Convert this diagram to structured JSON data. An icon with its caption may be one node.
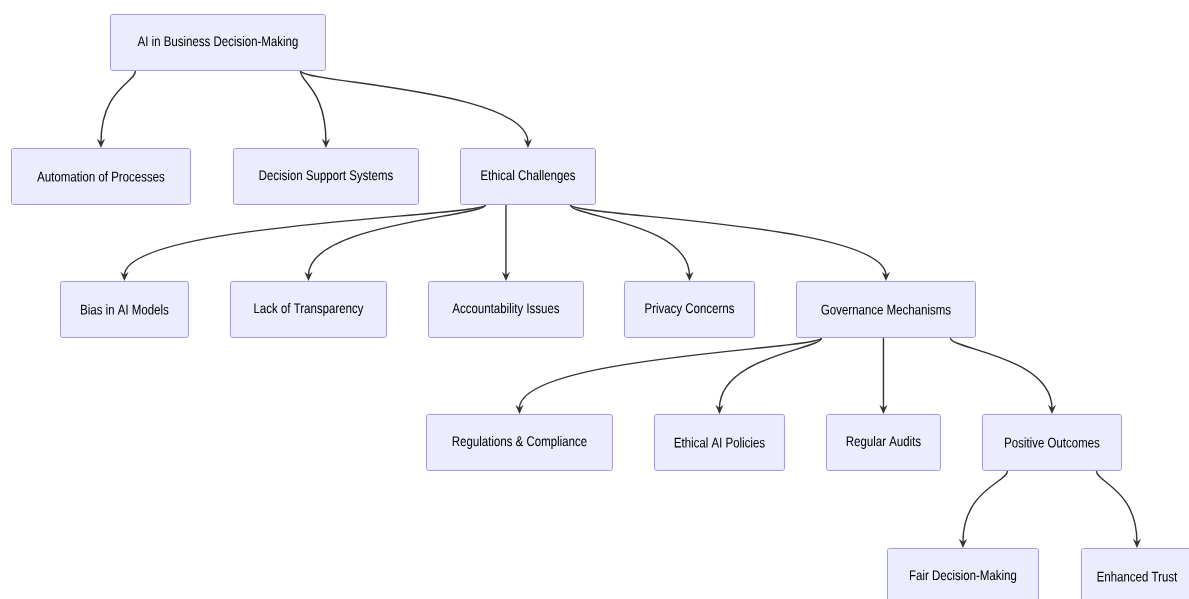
{
  "diagram": {
    "nodes": [
      {
        "text": [
          "AI in Business Decision-Making"
        ]
      },
      {
        "text": [
          "Automation of Processes"
        ]
      },
      {
        "text": [
          "Decision Support Systems"
        ]
      },
      {
        "text": [
          "Ethical Challenges"
        ]
      },
      {
        "text": [
          "Bias in AI Models"
        ]
      },
      {
        "text": [
          "Lack of Transparency"
        ]
      },
      {
        "text": [
          "Accountability Issues"
        ]
      },
      {
        "text": [
          "Privacy Concerns"
        ]
      },
      {
        "text": [
          "Governance Mechanisms"
        ]
      },
      {
        "text": [
          "Regulations & Compliance"
        ]
      },
      {
        "text": [
          "Ethical AI Policies"
        ]
      },
      {
        "text": [
          "Regular Audits"
        ]
      },
      {
        "text": [
          "Positive Outcomes"
        ]
      },
      {
        "text": [
          "Fair Decision-Making"
        ]
      },
      {
        "text": [
          "Enhanced Trust"
        ]
      }
    ],
    "edges": [
      {
        "from": 0,
        "to": 1,
        "arrow": "to"
      },
      {
        "from": 0,
        "to": 2,
        "arrow": "to"
      },
      {
        "from": 0,
        "to": 3,
        "arrow": "to"
      },
      {
        "from": 3,
        "to": 4,
        "arrow": "to"
      },
      {
        "from": 3,
        "to": 5,
        "arrow": "to"
      },
      {
        "from": 3,
        "to": 6,
        "arrow": "to"
      },
      {
        "from": 3,
        "to": 7,
        "arrow": "to"
      },
      {
        "from": 3,
        "to": 8,
        "arrow": "to"
      },
      {
        "from": 8,
        "to": 9,
        "arrow": "to"
      },
      {
        "from": 8,
        "to": 10,
        "arrow": "to"
      },
      {
        "from": 8,
        "to": 11,
        "arrow": "to"
      },
      {
        "from": 8,
        "to": 12,
        "arrow": "to"
      },
      {
        "from": 12,
        "to": 13,
        "arrow": "to"
      },
      {
        "from": 12,
        "to": 14,
        "arrow": "to"
      }
    ]
  }
}
